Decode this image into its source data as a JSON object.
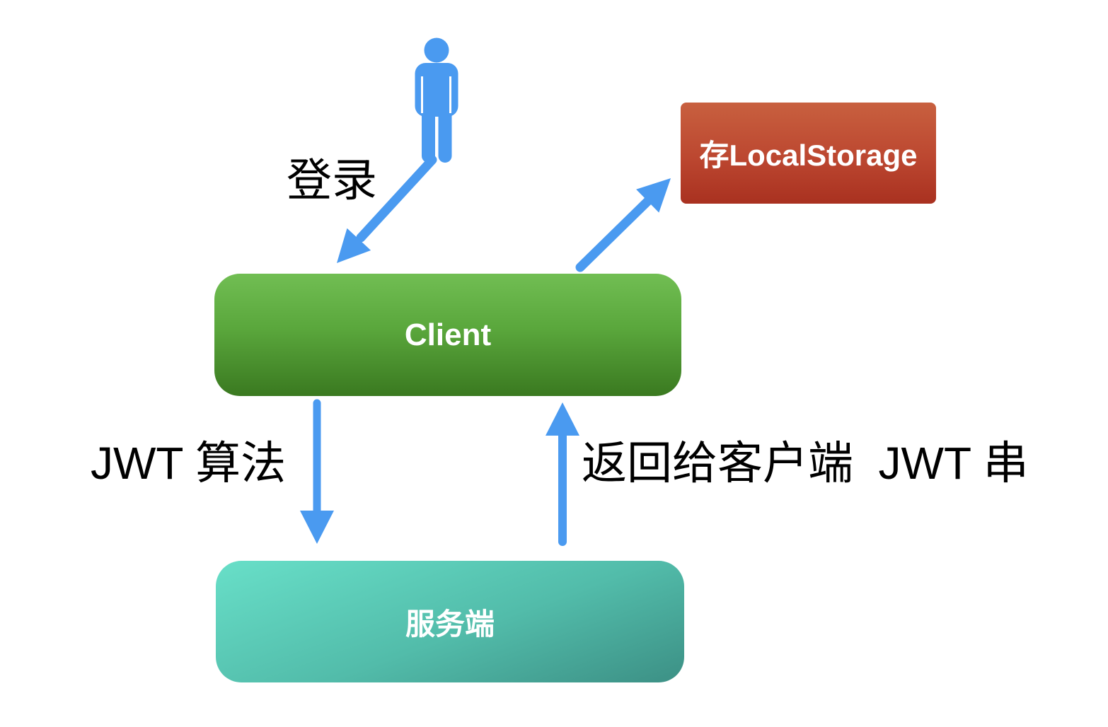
{
  "diagram": {
    "type": "flow-diagram",
    "nodes": {
      "client": {
        "label": "Client",
        "color_top": "#71BE53",
        "color_bottom": "#3A7920",
        "text_color": "#FFFFFF"
      },
      "server": {
        "label": "服务端",
        "color_top": "#68DFC8",
        "color_bottom": "#3C9085",
        "text_color": "#FFFFFF"
      },
      "local_storage": {
        "label": "存LocalStorage",
        "color_top": "#C8603F",
        "color_bottom": "#A93120",
        "text_color": "#FFFFFF"
      }
    },
    "edge_labels": {
      "login": "登录",
      "jwt_algorithm": "JWT 算法",
      "return_jwt": "返回给客户端  JWT 串"
    },
    "edges": [
      {
        "from": "user",
        "to": "client",
        "label": "登录"
      },
      {
        "from": "client",
        "to": "local_storage",
        "label": ""
      },
      {
        "from": "client",
        "to": "server",
        "label": "JWT 算法"
      },
      {
        "from": "server",
        "to": "client",
        "label": "返回给客户端  JWT 串"
      }
    ],
    "icons": {
      "person": "person-icon"
    },
    "colors": {
      "arrow": "#4A9AF0",
      "person": "#4A9AF0",
      "label_text": "#000000",
      "background": "#FFFFFF"
    }
  }
}
